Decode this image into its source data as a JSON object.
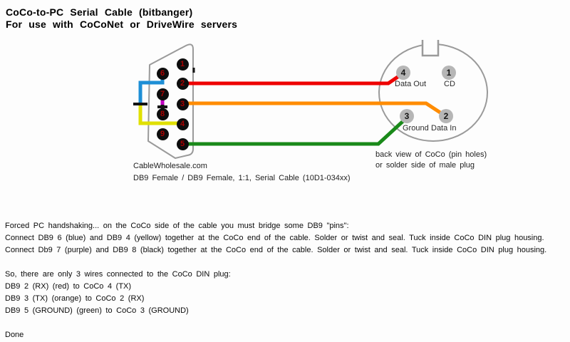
{
  "title": {
    "line1": "CoCo-to-PC Serial Cable (bitbanger)",
    "line2": "For use with CoCoNet or DriveWire servers"
  },
  "db9": {
    "pins": [
      "1",
      "2",
      "3",
      "4",
      "5",
      "6",
      "7",
      "8",
      "9"
    ],
    "caption1": "CableWholesale.com",
    "caption2": "DB9 Female / DB9 Female, 1:1, Serial Cable (10D1-034xx)"
  },
  "din": {
    "pins": [
      {
        "number": "4",
        "label": "Data Out"
      },
      {
        "number": "1",
        "label": "CD"
      },
      {
        "number": "3",
        "label": "Ground"
      },
      {
        "number": "2",
        "label": "Data In"
      }
    ],
    "caption_line1": "back view of CoCo (pin holes)",
    "caption_line2": "or solder side of male plug"
  },
  "wires": {
    "colors": {
      "red": "#ee0000",
      "orange": "#ff8c00",
      "green": "#1a8a1a",
      "blue": "#1e8fd6",
      "yellow": "#e0e000",
      "purple": "#c000c0",
      "black": "#141414",
      "outline": "#9a9a9a"
    }
  },
  "notes": {
    "lines": [
      "Forced PC handshaking... on the CoCo side of the cable you must bridge some DB9 \"pins\":",
      "Connect DB9 6 (blue) and DB9 4 (yellow) together at the CoCo end of the cable. Solder or twist and seal. Tuck inside CoCo DIN plug housing.",
      "Connect Db9 7 (purple) and DB9 8 (black) together at the CoCo end of the cable. Solder or twist and seal. Tuck inside CoCo DIN plug housing.",
      "",
      "So, there are only 3 wires connected to the CoCo DIN plug:",
      "DB9 2 (RX) (red) to CoCo 4 (TX)",
      "DB9 3 (TX) (orange) to CoCo 2 (RX)",
      "DB9 5 (GROUND) (green) to CoCo 3 (GROUND)",
      "",
      "Done"
    ]
  }
}
